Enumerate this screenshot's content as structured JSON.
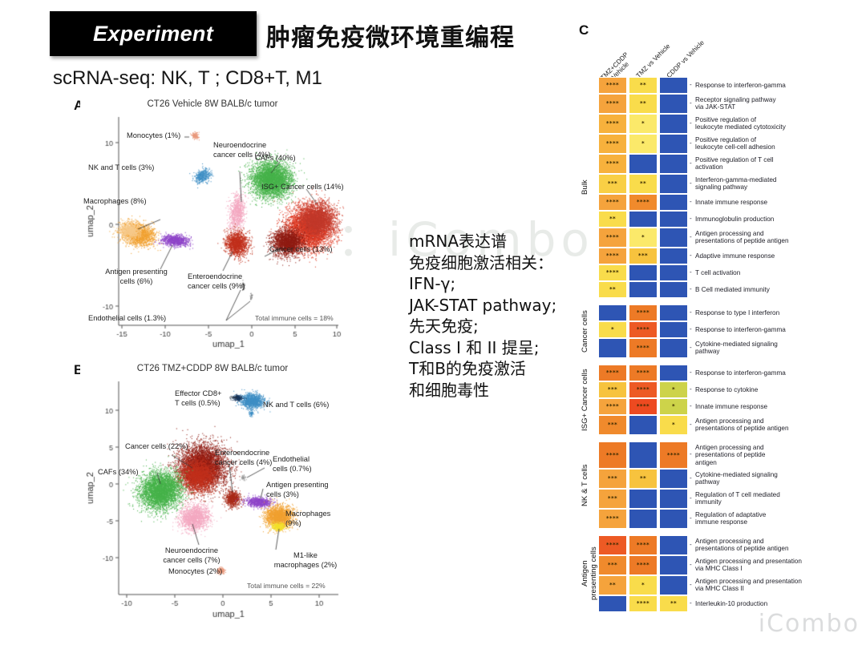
{
  "header": {
    "band_label": "Experiment",
    "title_cn": "肿瘤免疫微环境重编程",
    "subtitle": "scRNA-seq:  NK, T ; CD8+T, M1"
  },
  "watermarks": {
    "center": "公众号：iCombo",
    "bottom_right": "iCombo"
  },
  "center_note": "mRNA表达谱\n免疫细胞激活相关：\nIFN-γ;\nJAK-STAT pathway;\n先天免疫;\nClass I 和 II 提呈;\nT和B的免疫激活\n和细胞毒性",
  "panelA": {
    "letter": "A",
    "title": "CT26 Vehicle 8W BALB/c tumor",
    "xlabel": "umap_1",
    "ylabel": "umap_2",
    "xticks": [
      "-15",
      "-10",
      "-5",
      "0",
      "5",
      "10"
    ],
    "yticks": [
      "10",
      "0",
      "-10"
    ],
    "total_immune": "Total immune cells = 18%",
    "clusters": [
      {
        "label": "Monocytes (1%)",
        "color": "#e8977a"
      },
      {
        "label": "NK and T cells (3%)",
        "color": "#3e8ec4"
      },
      {
        "label": "Neuroendocrine\ncancer cells (4%)",
        "color": "#f3a8c0"
      },
      {
        "label": "CAFs (40%)",
        "color": "#46b24a"
      },
      {
        "label": "ISG+ Cancer cells (14%)",
        "color": "#e03b24"
      },
      {
        "label": "Macrophages (8%)",
        "color": "#f0a030"
      },
      {
        "label": "Antigen presenting\ncells (6%)",
        "color": "#8e44c8"
      },
      {
        "label": "Enteroendocrine\ncancer cells (9%)",
        "color": "#c0301c"
      },
      {
        "label": "Cancer cells (13%)",
        "color": "#8f1c13"
      },
      {
        "label": "Endothelial cells (1.3%)",
        "color": "#777777"
      }
    ]
  },
  "panelB": {
    "letter": "B",
    "title": "CT26 TMZ+CDDP 8W BALB/c tumor",
    "xlabel": "umap_1",
    "ylabel": "umap_2",
    "xticks": [
      "-10",
      "-5",
      "0",
      "5",
      "10"
    ],
    "yticks": [
      "10",
      "5",
      "0",
      "-5",
      "-10"
    ],
    "total_immune": "Total immune cells = 22%",
    "clusters": [
      {
        "label": "Effector CD8+\nT cells (0.5%)",
        "color": "#17365d"
      },
      {
        "label": "NK and T cells (6%)",
        "color": "#3e8ec4"
      },
      {
        "label": "Cancer cells (22%)",
        "color": "#8f1c13"
      },
      {
        "label": "CAFs (34%)",
        "color": "#46b24a"
      },
      {
        "label": "Enteroendocrine\ncancer cells (4%)",
        "color": "#c0301c"
      },
      {
        "label": "Endothelial\ncells (0.7%)",
        "color": "#999999"
      },
      {
        "label": "Antigen presenting\ncells (3%)",
        "color": "#8e44c8"
      },
      {
        "label": "Macrophages (9%)",
        "color": "#f0a030"
      },
      {
        "label": "M1-like\nmacrophages (2%)",
        "color": "#f2e02a"
      },
      {
        "label": "Neuroendocrine\ncancer cells (7%)",
        "color": "#f3a8c0"
      },
      {
        "label": "Monocytes (2%)",
        "color": "#e8977a"
      }
    ]
  },
  "panelC": {
    "letter": "C",
    "columns": [
      "TMZ+CDDP\nvs Vehicle",
      "TMZ vs Vehicle",
      "CDDP vs Vehicle"
    ],
    "colors": {
      "blue": "#2e55b4",
      "yellow": "#f9dc4b",
      "yellow_light": "#fbe96a",
      "orange_light": "#f7c33e",
      "orange": "#f5a33c",
      "orange_deep": "#f08a2c",
      "red_orange": "#ed5a24",
      "olive": "#cdd34a"
    },
    "groups": [
      {
        "name": "Bulk",
        "rows": [
          {
            "label": "Response to interferon-gamma",
            "cells": [
              {
                "c": "#f5a33c",
                "s": "****"
              },
              {
                "c": "#f9dc4b",
                "s": "**"
              },
              {
                "c": "#2e55b4",
                "s": ""
              }
            ]
          },
          {
            "label": "Receptor signaling pathway\nvia JAK-STAT",
            "cells": [
              {
                "c": "#f5a33c",
                "s": "****"
              },
              {
                "c": "#f9dc4b",
                "s": "**"
              },
              {
                "c": "#2e55b4",
                "s": ""
              }
            ]
          },
          {
            "label": "Positive regulation of\nleukocyte mediated cytotoxicity",
            "cells": [
              {
                "c": "#f7b13c",
                "s": "****"
              },
              {
                "c": "#fbe96a",
                "s": "*"
              },
              {
                "c": "#2e55b4",
                "s": ""
              }
            ]
          },
          {
            "label": "Positive regulation of\nleukocyte cell-cell adhesion",
            "cells": [
              {
                "c": "#f7b13c",
                "s": "****"
              },
              {
                "c": "#fbe96a",
                "s": "*"
              },
              {
                "c": "#2e55b4",
                "s": ""
              }
            ]
          },
          {
            "label": "Positive regulation of T cell\nactivation",
            "cells": [
              {
                "c": "#f7b13c",
                "s": "****"
              },
              {
                "c": "#2e55b4",
                "s": ""
              },
              {
                "c": "#2e55b4",
                "s": ""
              }
            ]
          },
          {
            "label": "Interferon-gamma-mediated\nsignaling pathway",
            "cells": [
              {
                "c": "#f9cf45",
                "s": "***"
              },
              {
                "c": "#f9dc4b",
                "s": "**"
              },
              {
                "c": "#2e55b4",
                "s": ""
              }
            ]
          },
          {
            "label": "Innate immune response",
            "cells": [
              {
                "c": "#f5a33c",
                "s": "****"
              },
              {
                "c": "#f08a2c",
                "s": "****"
              },
              {
                "c": "#2e55b4",
                "s": ""
              }
            ]
          },
          {
            "label": "Immunoglobulin production",
            "cells": [
              {
                "c": "#f9dc4b",
                "s": "**"
              },
              {
                "c": "#2e55b4",
                "s": ""
              },
              {
                "c": "#2e55b4",
                "s": ""
              }
            ]
          },
          {
            "label": "Antigen processing and\npresentations of peptide antigen",
            "cells": [
              {
                "c": "#f5a33c",
                "s": "****"
              },
              {
                "c": "#fbe96a",
                "s": "*"
              },
              {
                "c": "#2e55b4",
                "s": ""
              }
            ]
          },
          {
            "label": "Adaptive immune response",
            "cells": [
              {
                "c": "#f5a33c",
                "s": "****"
              },
              {
                "c": "#f7c33e",
                "s": "***"
              },
              {
                "c": "#2e55b4",
                "s": ""
              }
            ]
          },
          {
            "label": "T cell activation",
            "cells": [
              {
                "c": "#f9dc4b",
                "s": "****"
              },
              {
                "c": "#2e55b4",
                "s": ""
              },
              {
                "c": "#2e55b4",
                "s": ""
              }
            ]
          },
          {
            "label": "B Cell mediated immunity",
            "cells": [
              {
                "c": "#f9dc4b",
                "s": "**"
              },
              {
                "c": "#2e55b4",
                "s": ""
              },
              {
                "c": "#2e55b4",
                "s": ""
              }
            ]
          }
        ]
      },
      {
        "name": "Cancer cells",
        "rows": [
          {
            "label": "Response to type I interferon",
            "cells": [
              {
                "c": "#2e55b4",
                "s": ""
              },
              {
                "c": "#ed7a26",
                "s": "****"
              },
              {
                "c": "#2e55b4",
                "s": ""
              }
            ]
          },
          {
            "label": "Response to interferon-gamma",
            "cells": [
              {
                "c": "#f9dc4b",
                "s": "*"
              },
              {
                "c": "#ed5a24",
                "s": "****"
              },
              {
                "c": "#2e55b4",
                "s": ""
              }
            ]
          },
          {
            "label": "Cytokine-mediated signaling\npathway",
            "cells": [
              {
                "c": "#2e55b4",
                "s": ""
              },
              {
                "c": "#ed7a26",
                "s": "****"
              },
              {
                "c": "#2e55b4",
                "s": ""
              }
            ]
          }
        ]
      },
      {
        "name": "ISG+ Cancer cells",
        "rows": [
          {
            "label": "Response to interferon-gamma",
            "cells": [
              {
                "c": "#ed7a26",
                "s": "****"
              },
              {
                "c": "#ed7a26",
                "s": "****"
              },
              {
                "c": "#2e55b4",
                "s": ""
              }
            ]
          },
          {
            "label": "Response to cytokine",
            "cells": [
              {
                "c": "#f7c33e",
                "s": "***"
              },
              {
                "c": "#ed5a24",
                "s": "****"
              },
              {
                "c": "#cdd34a",
                "s": "*"
              }
            ]
          },
          {
            "label": "Innate immune response",
            "cells": [
              {
                "c": "#f5a33c",
                "s": "****"
              },
              {
                "c": "#ed4a20",
                "s": "****"
              },
              {
                "c": "#cdd34a",
                "s": "*"
              }
            ]
          },
          {
            "label": "Antigen processing and\npresentations of peptide antigen",
            "cells": [
              {
                "c": "#f08a2c",
                "s": "***"
              },
              {
                "c": "#2e55b4",
                "s": ""
              },
              {
                "c": "#f9dc4b",
                "s": "*"
              }
            ]
          }
        ]
      },
      {
        "name": "NK & T cells",
        "rows": [
          {
            "label": "Antigen processing and\npresentations of peptide\nantigen",
            "cells": [
              {
                "c": "#ed7a26",
                "s": "****"
              },
              {
                "c": "#2e55b4",
                "s": ""
              },
              {
                "c": "#ed7a26",
                "s": "****"
              }
            ]
          },
          {
            "label": "Cytokine-mediated signaling\npathway",
            "cells": [
              {
                "c": "#f5a33c",
                "s": "***"
              },
              {
                "c": "#f7c33e",
                "s": "**"
              },
              {
                "c": "#2e55b4",
                "s": ""
              }
            ]
          },
          {
            "label": "Regulation of T cell mediated\nimmunity",
            "cells": [
              {
                "c": "#f5a33c",
                "s": "***"
              },
              {
                "c": "#2e55b4",
                "s": ""
              },
              {
                "c": "#2e55b4",
                "s": ""
              }
            ]
          },
          {
            "label": "Regulation of adaptative\nimmune response",
            "cells": [
              {
                "c": "#f5a33c",
                "s": "****"
              },
              {
                "c": "#2e55b4",
                "s": ""
              },
              {
                "c": "#2e55b4",
                "s": ""
              }
            ]
          }
        ]
      },
      {
        "name": "Antigen\npresenting cells",
        "rows": [
          {
            "label": "Antigen processing and\npresentations of peptide antigen",
            "cells": [
              {
                "c": "#ed5a24",
                "s": "****"
              },
              {
                "c": "#ed7a26",
                "s": "****"
              },
              {
                "c": "#2e55b4",
                "s": ""
              }
            ]
          },
          {
            "label": "Antigen processing and presentation\nvia MHC Class I",
            "cells": [
              {
                "c": "#f08a2c",
                "s": "***"
              },
              {
                "c": "#ed7a26",
                "s": "****"
              },
              {
                "c": "#2e55b4",
                "s": ""
              }
            ]
          },
          {
            "label": "Antigen processing and presentation\nvia MHC Class II",
            "cells": [
              {
                "c": "#f5a33c",
                "s": "**"
              },
              {
                "c": "#f9dc4b",
                "s": "*"
              },
              {
                "c": "#2e55b4",
                "s": ""
              }
            ]
          },
          {
            "label": "Interleukin-10 production",
            "cells": [
              {
                "c": "#2e55b4",
                "s": ""
              },
              {
                "c": "#f9dc4b",
                "s": "****"
              },
              {
                "c": "#f9dc4b",
                "s": "**"
              }
            ]
          }
        ]
      }
    ]
  }
}
